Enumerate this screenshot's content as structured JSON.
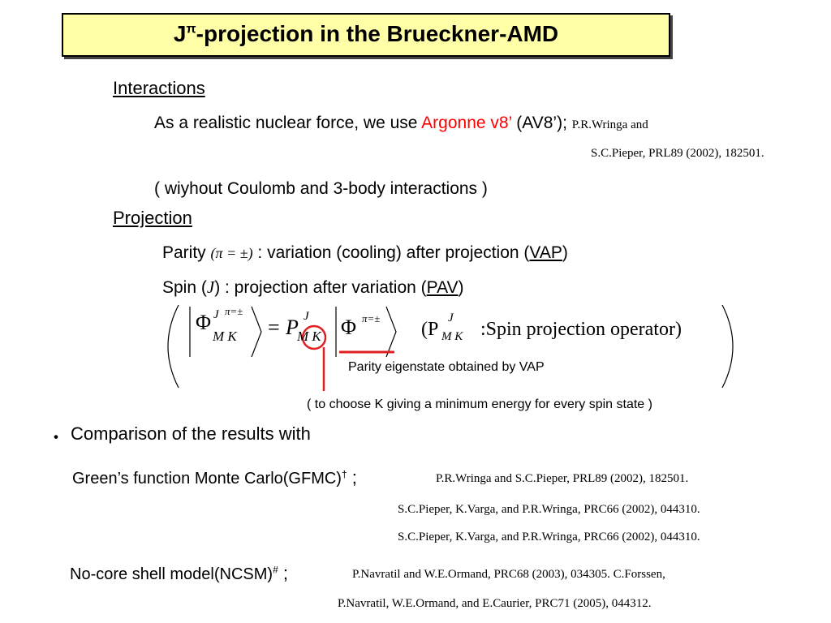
{
  "title": {
    "prefix": "J",
    "sup": "π",
    "rest": "-projection in the Brueckner-AMD"
  },
  "interactions": {
    "heading": "Interactions",
    "line1_pre": "As a realistic nuclear force, we use ",
    "line1_force": "Argonne v8’",
    "line1_post": " (AV8’);",
    "ref1": "P.R.Wringa and",
    "ref2": "S.C.Pieper, PRL89 (2002), 182501.",
    "note": "( wiyhout  Coulomb  and 3-body interactions )"
  },
  "projection": {
    "heading": "Projection",
    "parity_label": "Parity",
    "parity_math": "(π = ±)",
    "parity_text": " : variation (cooling) after projection (",
    "parity_abbr": "VAP",
    "parity_close": ")",
    "spin_label": "Spin (",
    "spin_math": "J",
    "spin_text": ") : projection after variation (",
    "spin_abbr": "PAV",
    "spin_close": ")"
  },
  "equation": {
    "phi": "Φ",
    "J": "J",
    "pi_pm": "π=±",
    "MK": "M K",
    "eq": "=",
    "P": "P",
    "operator_desc": "(P",
    "operator_rest": ":Spin projection operator)"
  },
  "annotations": {
    "parity_eigenstate": "Parity eigenstate obtained by VAP",
    "choose_k": "( to choose K giving a minimum energy for every spin state )"
  },
  "comparison": {
    "bullet": "・",
    "heading": "Comparison of the results with",
    "gfmc_label": "Green’s function Monte Carlo(GFMC)",
    "gfmc_sup": "†",
    "gfmc_sep": " ;",
    "gfmc_refs": [
      "P.R.Wringa and S.C.Pieper, PRL89 (2002), 182501.",
      "S.C.Pieper, K.Varga,  and P.R.Wringa, PRC66 (2002), 044310.",
      "S.C.Pieper, K.Varga,  and P.R.Wringa, PRC66 (2002), 044310."
    ],
    "ncsm_label": "No-core shell model(NCSM)",
    "ncsm_sup": "#",
    "ncsm_sep": " ;",
    "ncsm_refs": [
      "P.Navratil and W.E.Ormand, PRC68 (2003), 034305. C.Forssen,",
      "P.Navratil, W.E.Ormand, and E.Caurier, PRC71 (2005), 044312."
    ]
  },
  "colors": {
    "accent_red": "#ff0000",
    "title_bg": "#ffffa8"
  }
}
